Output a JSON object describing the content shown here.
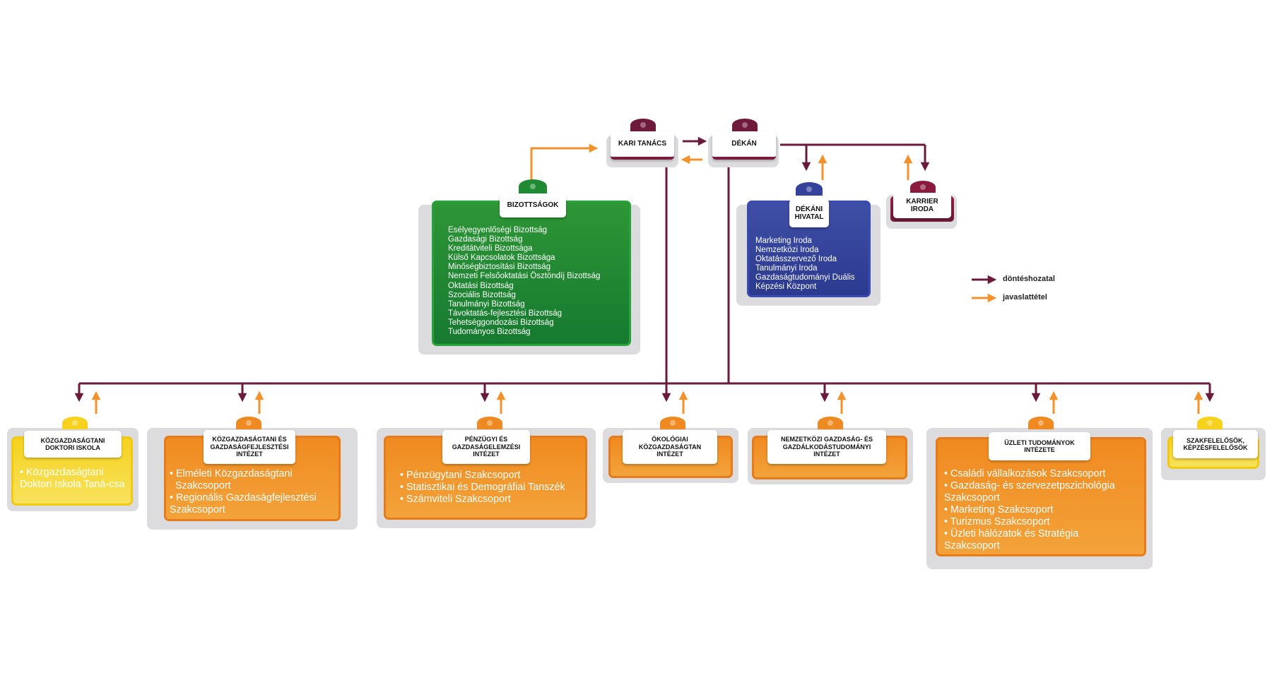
{
  "legend": {
    "decision": "döntéshozatal",
    "proposal": "javaslattétel"
  },
  "colors": {
    "decision": "#6a1a3a",
    "proposal": "#f3922c",
    "green": "#1f8a33",
    "blue": "#34429c",
    "orange": "#ef8a22",
    "yellow": "#f6d72a",
    "maroon": "#7a1a3c"
  },
  "nodes": {
    "kari_tanacs": {
      "title": "KARI TANÁCS"
    },
    "dekan": {
      "title": "DÉKÁN"
    },
    "bizottsagok": {
      "title": "BIZOTTSÁGOK",
      "items": [
        "Esélyegyenlőségi Bizottság",
        "Gazdasági Bizottság",
        "Kreditátviteli Bizottsága",
        "Külső Kapcsolatok Bizottsága",
        "Minőségbiztosítási Bizottság",
        "Nemzeti Felsőoktatási Ösztöndíj Bizottság",
        "Oktatási Bizottság",
        "Szociális Bizottság",
        "Tanulmányi Bizottság",
        "Távoktatás-fejlesztési Bizottság",
        "Tehetséggondozási Bizottság",
        "Tudományos Bizottság"
      ]
    },
    "dekani_hivatal": {
      "title": "DÉKÁNI HIVATAL",
      "items": [
        "Marketing Iroda",
        "Nemzetközi Iroda",
        "Oktatásszervező Iroda",
        "Tanulmányi Iroda",
        "Gazdaságtudományi Duális",
        "Képzési Központ"
      ]
    },
    "karrier_iroda": {
      "title": "KARRIER IRODA"
    },
    "doktori_iskola": {
      "title": "KÖZGAZDASÁGTANI DOKTORI ISKOLA",
      "items": [
        "• Közgazdaságtani Doktori Iskola Taná-csa"
      ]
    },
    "kgf_intezet": {
      "title": "KÖZGAZDASÁGTANI ÉS GAZDASÁGFEJLESZTÉSI INTÉZET",
      "items": [
        "• Elméleti Közgazdaságtani Szakcsoport",
        "• Regionális Gazdaságfejlesztési Szakcsoport"
      ]
    },
    "penzugyi_intezet": {
      "title": "PÉNZÜGYI ÉS GAZDASÁGELEMZÉSI INTÉZET",
      "items": [
        "• Pénzügytani Szakcsoport",
        "• Statisztikai és Demográfiai Tanszék",
        "• Számviteli Szakcsoport"
      ]
    },
    "okologiai_intezet": {
      "title": "ÖKOLÓGIAI KÖZGAZDASÁGTAN INTÉZET"
    },
    "nemzetkozi_intezet": {
      "title": "NEMZETKÖZI GAZDASÁG- ÉS GAZDÁLKODÁSTUDOMÁNYI INTÉZET"
    },
    "uzleti_intezet": {
      "title": "ÜZLETI TUDOMÁNYOK INTÉZETE",
      "items": [
        "• Családi vállalkozások Szakcsoport",
        "• Gazdaság- és szervezetpszichológia Szakcsoport",
        "• Marketing Szakcsoport",
        "• Turizmus Szakcsoport",
        "• Üzleti hálózatok és Stratégia Szakcsoport"
      ]
    },
    "szakfelelosok": {
      "title": "SZAKFELELŐSÖK, KÉPZÉSFELELŐSÖK"
    }
  }
}
